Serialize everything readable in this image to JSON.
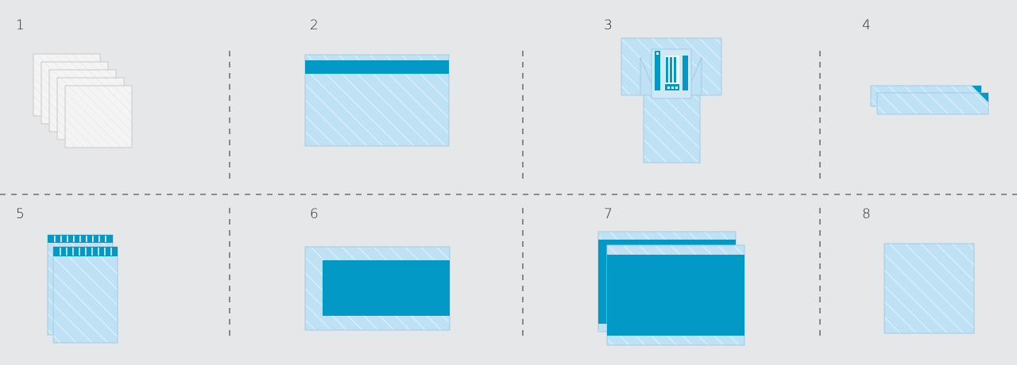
{
  "panels": [
    {
      "label": "1",
      "item": "white-gauze-pads"
    },
    {
      "label": "2",
      "item": "drape-with-adhesive-strip"
    },
    {
      "label": "3",
      "item": "drape-with-pocket"
    },
    {
      "label": "4",
      "item": "folded-towels"
    },
    {
      "label": "5",
      "item": "drapes-with-tab-strips"
    },
    {
      "label": "6",
      "item": "drape-with-blue-center"
    },
    {
      "label": "7",
      "item": "stacked-blue-drapes"
    },
    {
      "label": "8",
      "item": "square-drape"
    }
  ],
  "colors": {
    "background": "#e6e7e9",
    "light_blue": "#bfe1f5",
    "dark_blue": "#0399c7",
    "outline": "#9fcbe2",
    "white_pad": "#f4f4f4",
    "divider": "#555555"
  }
}
